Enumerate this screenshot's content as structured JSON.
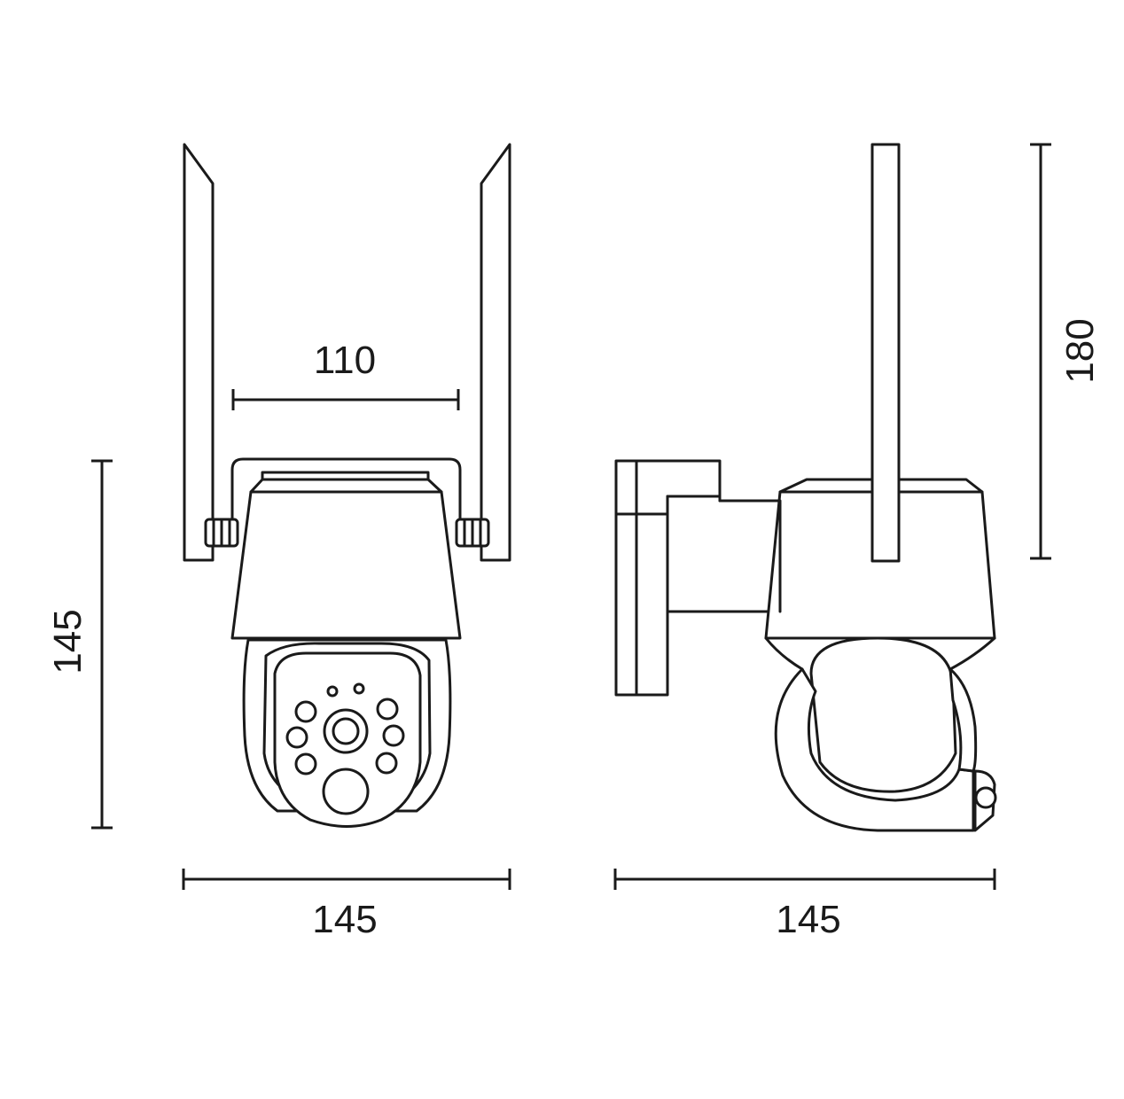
{
  "dimensions": {
    "front_antenna_spacing": "110",
    "front_height": "145",
    "front_width": "145",
    "side_width": "145",
    "side_antenna_height": "180"
  },
  "colors": {
    "line": "#1a1a1a",
    "background": "#ffffff"
  }
}
